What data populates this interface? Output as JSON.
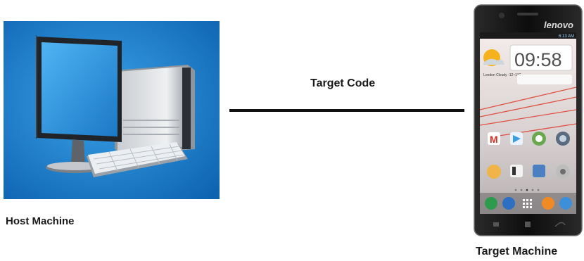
{
  "nodes": {
    "host": {
      "label": "Host Machine",
      "icon": "desktop-computer-icon"
    },
    "target": {
      "label": "Target Machine",
      "icon": "smartphone-icon"
    }
  },
  "link": {
    "label": "Target Code"
  },
  "phone_screen": {
    "brand": "lenovo",
    "clock": "09:58",
    "status_time": "6:13 AM",
    "weather": "London Cloudy -12~1°C"
  },
  "colors": {
    "panel_blue": "#1a7ccc",
    "connector": "#111111",
    "label_text": "#1a1a1a"
  }
}
